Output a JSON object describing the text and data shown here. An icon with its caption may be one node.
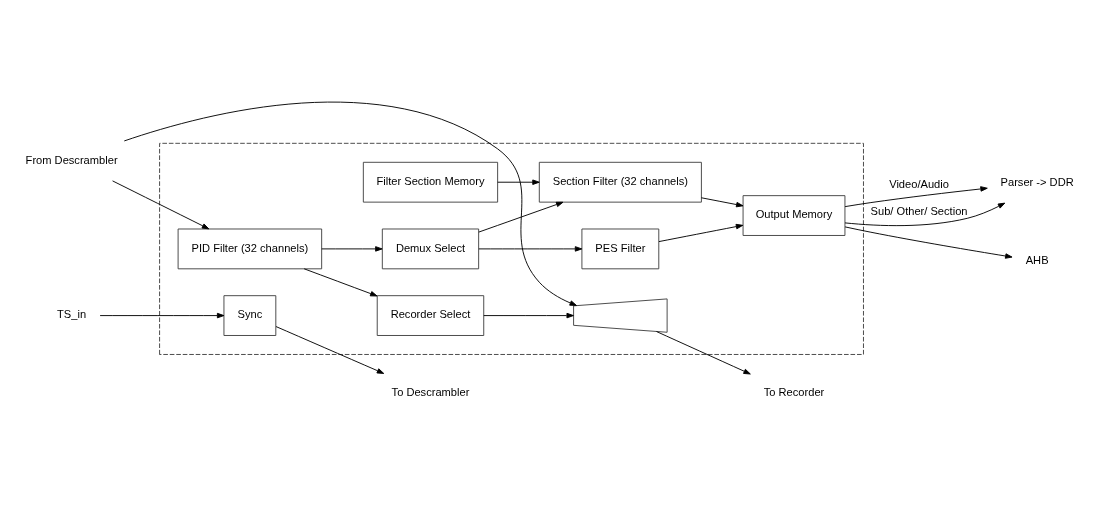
{
  "diagram": {
    "nodes": [
      {
        "text": [],
        "shape": "box"
      },
      {
        "text": [
          "TS_in"
        ]
      },
      {
        "text": [
          "Sync"
        ],
        "in": 0
      },
      {
        "text": [
          "To Descrambler"
        ]
      },
      {
        "text": [
          "From Descrambler"
        ]
      },
      {
        "text": [
          "PID Filter (32 channels)"
        ],
        "in": 0
      },
      {
        "text": [
          "Demux Select"
        ],
        "in": 0
      },
      {
        "text": [
          "PES Filter"
        ],
        "in": 0
      },
      {
        "text": [
          "Output Memory"
        ],
        "in": 0
      },
      {
        "text": [
          "Filter Section Memory"
        ],
        "in": 0
      },
      {
        "text": [
          "Section Filter (32 channels)"
        ],
        "in": 0
      },
      {
        "text": [
          "Recorder Select"
        ],
        "in": 0
      },
      {
        "text": [],
        "shape": "trapezoid",
        "in": 0
      },
      {
        "text": [
          "Parser -> DDR"
        ]
      },
      {
        "text": [
          "AHB"
        ]
      },
      {
        "text": [
          "To Recorder"
        ]
      }
    ],
    "edges": [
      {
        "from": 1,
        "to": 2,
        "arrow": "to"
      },
      {
        "from": 2,
        "to": 3,
        "arrow": "to"
      },
      {
        "from": 4,
        "to": 5,
        "arrow": "to"
      },
      {
        "from": 4,
        "to": 12,
        "arrow": "to"
      },
      {
        "from": 5,
        "to": 6,
        "arrow": "to"
      },
      {
        "from": 5,
        "to": 11,
        "arrow": "to"
      },
      {
        "from": 6,
        "to": 7,
        "arrow": "to"
      },
      {
        "from": 6,
        "to": 10,
        "arrow": "to"
      },
      {
        "from": 9,
        "to": 10,
        "arrow": "to"
      },
      {
        "from": 7,
        "to": 8,
        "arrow": "to"
      },
      {
        "from": 10,
        "to": 8,
        "arrow": "to"
      },
      {
        "from": 8,
        "to": 13,
        "arrow": "to",
        "label": "Video/Audio"
      },
      {
        "from": 8,
        "to": 13,
        "arrow": "to",
        "label": "Sub/ Other/ Section"
      },
      {
        "from": 8,
        "to": 14,
        "arrow": "to"
      },
      {
        "from": 11,
        "to": 12,
        "arrow": "to"
      },
      {
        "from": 12,
        "to": 15,
        "arrow": "to"
      }
    ]
  }
}
